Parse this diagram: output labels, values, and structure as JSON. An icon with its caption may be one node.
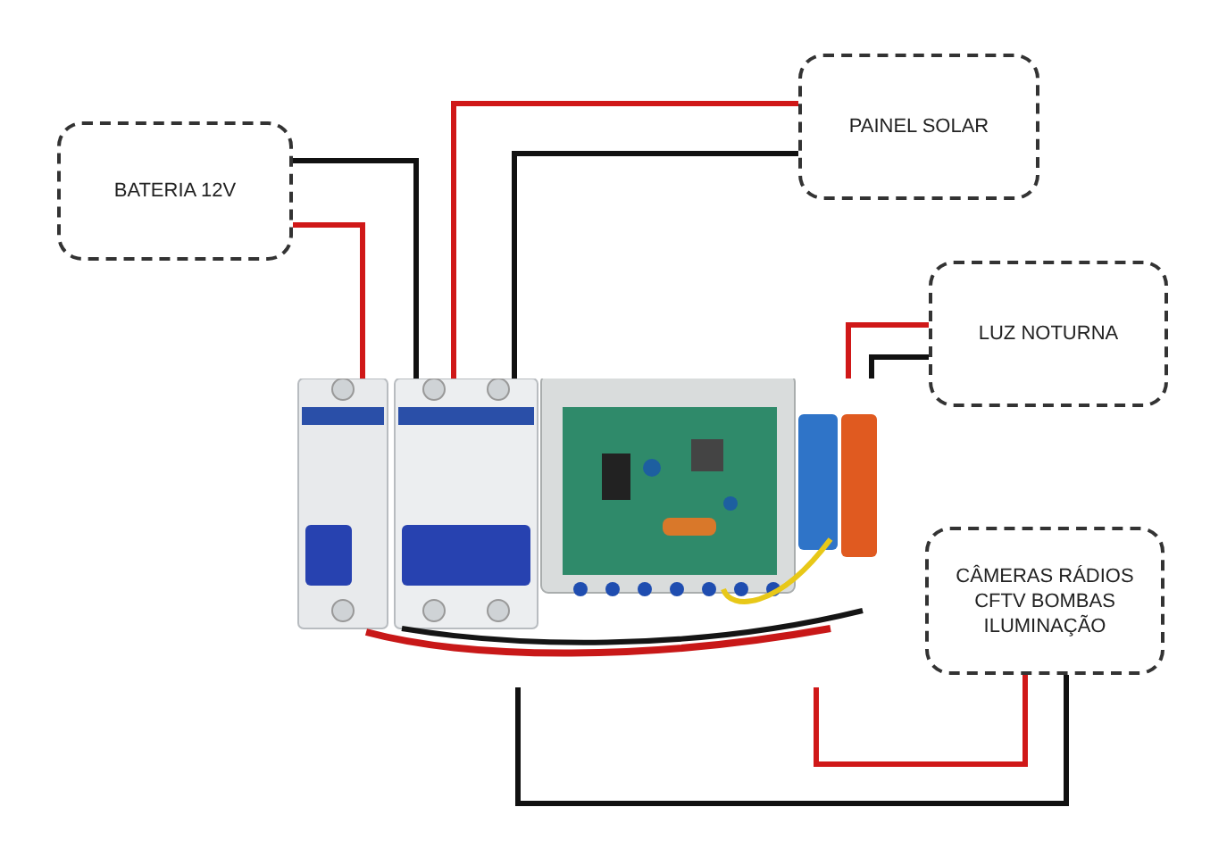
{
  "diagram": {
    "nodes": [
      {
        "text": [
          "BATERIA 12V"
        ]
      },
      {
        "text": [
          "PAINEL SOLAR"
        ]
      },
      {
        "text": [
          "LUZ NOTURNA"
        ]
      },
      {
        "text": [
          "CÂMERAS RÁDIOS CFTV BOMBAS ILUMINAÇÃO"
        ]
      },
      {
        "text": [],
        "shape": "picture"
      }
    ],
    "edges": [
      {
        "from": 0,
        "to": 4,
        "arrow": "none",
        "color": "#111111"
      },
      {
        "from": 0,
        "to": 4,
        "arrow": "none",
        "color": "#d01818"
      },
      {
        "from": 1,
        "to": 4,
        "arrow": "none",
        "color": "#d01818"
      },
      {
        "from": 1,
        "to": 4,
        "arrow": "none",
        "color": "#111111"
      },
      {
        "from": 2,
        "to": 4,
        "arrow": "none",
        "color": "#d01818"
      },
      {
        "from": 2,
        "to": 4,
        "arrow": "none",
        "color": "#111111"
      },
      {
        "from": 3,
        "to": 4,
        "arrow": "none",
        "color": "#d01818"
      },
      {
        "from": 3,
        "to": 4,
        "arrow": "none",
        "color": "#111111"
      }
    ]
  }
}
